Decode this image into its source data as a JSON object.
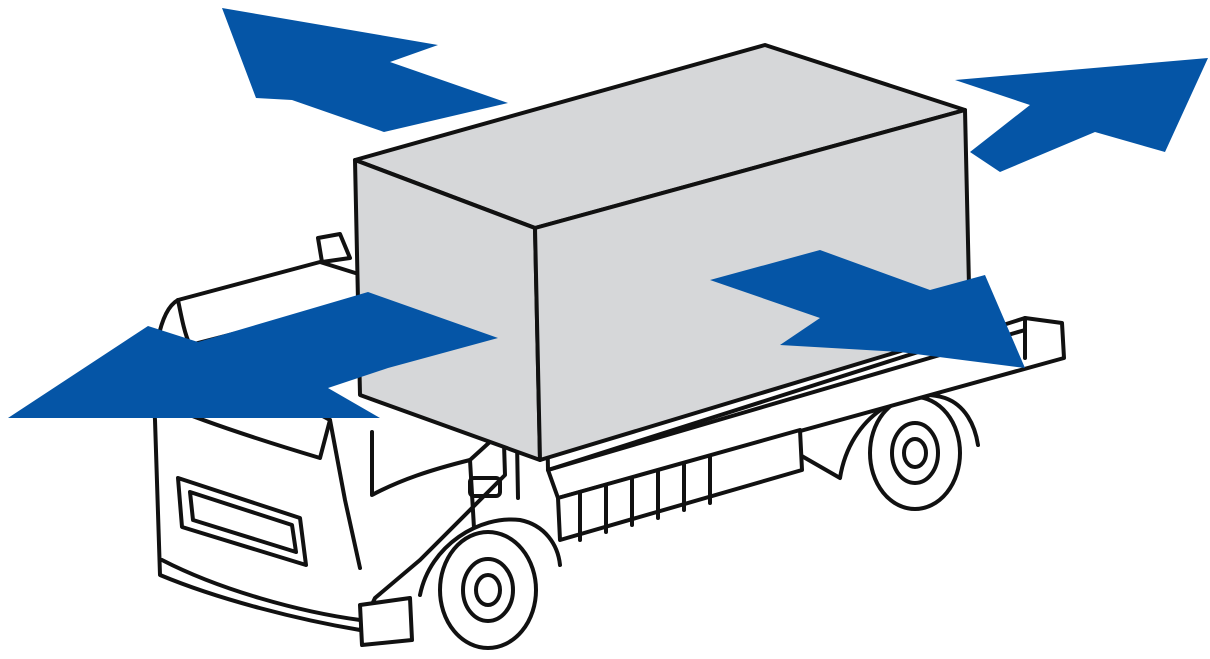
{
  "colors": {
    "arrow": "#0555a6",
    "cargo": "#d6d7d9",
    "outline": "#111111",
    "background": "#ffffff"
  },
  "arrows": [
    {
      "name": "arrow-forward-left",
      "direction": "up-left"
    },
    {
      "name": "arrow-rear-right",
      "direction": "up-right"
    },
    {
      "name": "arrow-front-left",
      "direction": "left"
    },
    {
      "name": "arrow-rear-side",
      "direction": "down-right"
    }
  ]
}
